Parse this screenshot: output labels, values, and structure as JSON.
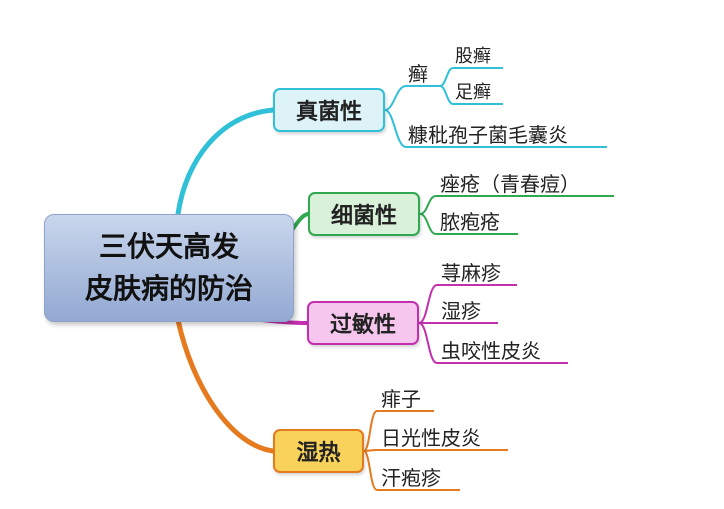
{
  "root": {
    "line1": "三伏天高发",
    "line2": "皮肤病的防治"
  },
  "branches": [
    {
      "label": "真菌性",
      "color": "#30c0d8",
      "fill": "#ddf3f8",
      "children": [
        {
          "label": "癣",
          "children": [
            {
              "label": "股癣"
            },
            {
              "label": "足癣"
            }
          ]
        },
        {
          "label": "糠秕孢子菌毛囊炎"
        }
      ]
    },
    {
      "label": "细菌性",
      "color": "#2fa84f",
      "fill": "#d9f1d9",
      "children": [
        {
          "label": "痤疮（青春痘）"
        },
        {
          "label": "脓疱疮"
        }
      ]
    },
    {
      "label": "过敏性",
      "color": "#c42fae",
      "fill": "#f6c6ee",
      "children": [
        {
          "label": "荨麻疹"
        },
        {
          "label": "湿疹"
        },
        {
          "label": "虫咬性皮炎"
        }
      ]
    },
    {
      "label": "湿热",
      "color": "#e57a1e",
      "fill": "#f8d25a",
      "children": [
        {
          "label": "痱子"
        },
        {
          "label": "日光性皮炎"
        },
        {
          "label": "汗疱疹"
        }
      ]
    }
  ]
}
